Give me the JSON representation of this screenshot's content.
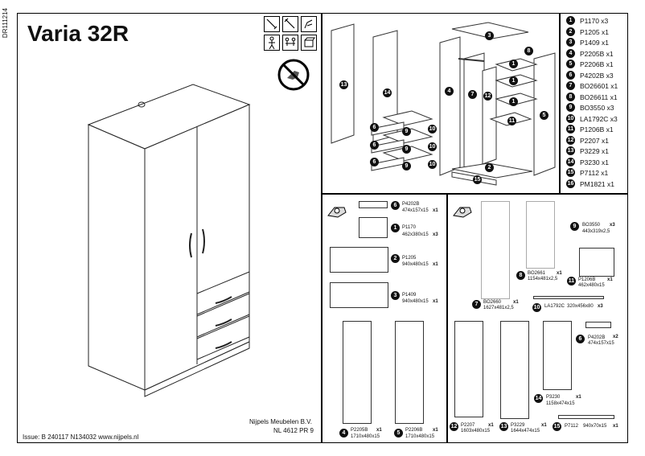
{
  "document": {
    "side_code": "DR111214",
    "title": "Varia 32R",
    "company_name": "Nijpels Meubelen B.V.",
    "company_address": "NL 4612 PR 9",
    "issue": "Issue: B 240117 N134032 www.nijpels.nl"
  },
  "tools": [
    "screwdriver-icon",
    "hammer-icon",
    "drill-hands-icon",
    "person-icon",
    "two-person-icon",
    "box-icon"
  ],
  "prohibition": "no-power-drill-icon",
  "exploded_labels": [
    "13",
    "14",
    "3",
    "8",
    "1",
    "4",
    "7",
    "12",
    "5",
    "1",
    "1",
    "11",
    "6",
    "9",
    "10",
    "6",
    "9",
    "10",
    "6",
    "9",
    "10",
    "2",
    "15"
  ],
  "part_list": [
    {
      "n": "1",
      "code": "P1170 x3"
    },
    {
      "n": "2",
      "code": "P1205 x1"
    },
    {
      "n": "3",
      "code": "P1409 x1"
    },
    {
      "n": "4",
      "code": "P2205B x1"
    },
    {
      "n": "5",
      "code": "P2206B x1"
    },
    {
      "n": "6",
      "code": "P4202B x3"
    },
    {
      "n": "7",
      "code": "BO26601 x1"
    },
    {
      "n": "8",
      "code": "BO26611 x1"
    },
    {
      "n": "9",
      "code": "BO3550 x3"
    },
    {
      "n": "10",
      "code": "LA1792C x3"
    },
    {
      "n": "11",
      "code": "P1206B x1"
    },
    {
      "n": "12",
      "code": "P2207 x1"
    },
    {
      "n": "13",
      "code": "P3229 x1"
    },
    {
      "n": "14",
      "code": "P3230 x1"
    },
    {
      "n": "15",
      "code": "P7112 x1"
    },
    {
      "n": "16",
      "code": "PM1821 x1"
    }
  ],
  "bottom_left_parts": [
    {
      "n": "6",
      "code": "P4202B",
      "dims": "474x157x15",
      "qty": "x1"
    },
    {
      "n": "1",
      "code": "P1170",
      "dims": "462x380x15",
      "qty": "x3"
    },
    {
      "n": "2",
      "code": "P1205",
      "dims": "940x480x15",
      "qty": "x1"
    },
    {
      "n": "3",
      "code": "P1409",
      "dims": "940x480x15",
      "qty": "x1"
    },
    {
      "n": "4",
      "code": "P2205B",
      "dims": "1710x480x15",
      "qty": "x1"
    },
    {
      "n": "5",
      "code": "P2206B",
      "dims": "1710x480x15",
      "qty": "x1"
    }
  ],
  "bottom_right_parts": [
    {
      "n": "7",
      "code": "BO2660",
      "dims": "1627x481x2,5",
      "qty": "x1"
    },
    {
      "n": "8",
      "code": "BO2661",
      "dims": "1154x481x2,5",
      "qty": "x1"
    },
    {
      "n": "9",
      "code": "BO3550",
      "dims": "443x319x2,5",
      "qty": "x3"
    },
    {
      "n": "11",
      "code": "P1206B",
      "dims": "462x480x15",
      "qty": "x1"
    },
    {
      "n": "10",
      "code": "LA1792C",
      "dims": "320x456x80",
      "qty": "x3"
    },
    {
      "n": "6",
      "code": "P4202B",
      "dims": "474x157x15",
      "qty": "x2"
    },
    {
      "n": "14",
      "code": "P3230",
      "dims": "1158x474x15",
      "qty": "x1"
    },
    {
      "n": "12",
      "code": "P2207",
      "dims": "1603x480x15",
      "qty": "x1"
    },
    {
      "n": "13",
      "code": "P3229",
      "dims": "1644x474x15",
      "qty": "x1"
    },
    {
      "n": "15",
      "code": "P7112",
      "dims": "940x70x15",
      "qty": "x1"
    }
  ]
}
